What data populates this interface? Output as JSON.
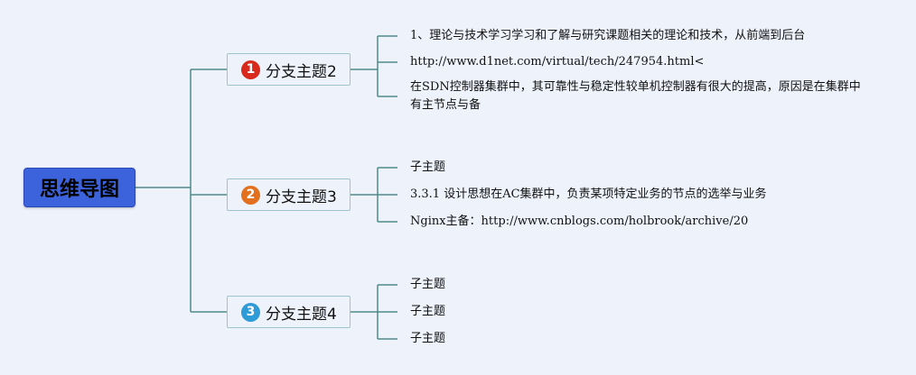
{
  "root": {
    "label": "思维导图",
    "color": "#3d63dc"
  },
  "branches": [
    {
      "number": "1",
      "label": "分支主题2",
      "badge_color": "#d9281c",
      "leaves": [
        "1、理论与技术学习学习和了解与研究课题相关的理论和技术，从前端到后台",
        "http://www.d1net.com/virtual/tech/247954.html<",
        "在SDN控制器集群中，其可靠性与稳定性较单机控制器有很大的提高，原因是在集群中有主节点与备"
      ]
    },
    {
      "number": "2",
      "label": "分支主题3",
      "badge_color": "#e3701e",
      "leaves": [
        "子主题",
        "3.3.1 设计思想在AC集群中，负责某项特定业务的节点的选举与业务",
        "Nginx主备：http://www.cnblogs.com/holbrook/archive/20"
      ]
    },
    {
      "number": "3",
      "label": "分支主题4",
      "badge_color": "#2f9bd6",
      "leaves": [
        "子主题",
        "子主题",
        "子主题"
      ]
    }
  ],
  "colors": {
    "background": "#eef2fb",
    "connector": "#4f8a8b",
    "branch_border": "#9ec3cc"
  }
}
